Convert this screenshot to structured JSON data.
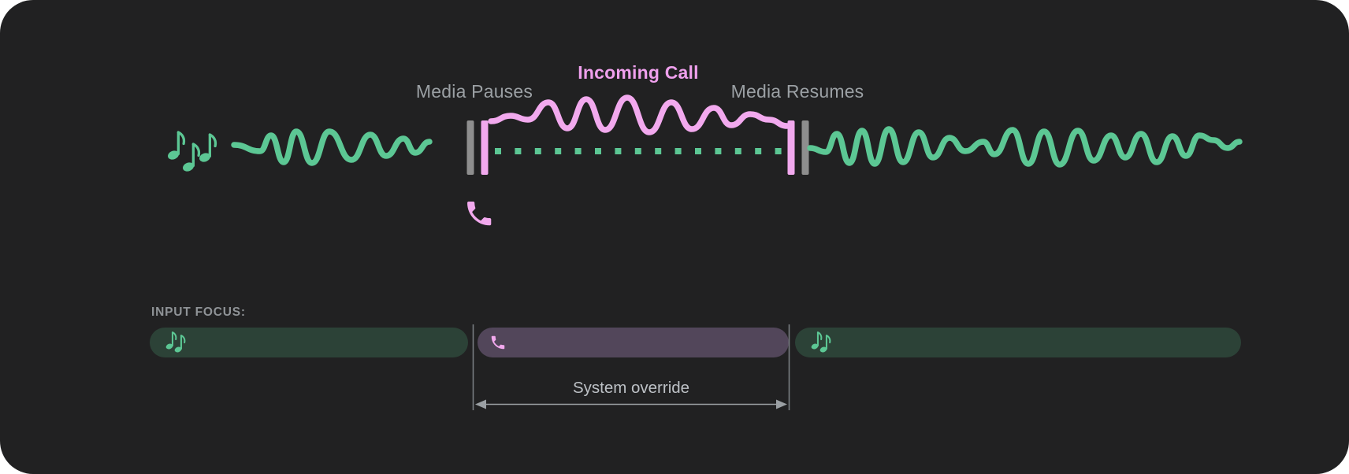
{
  "colors": {
    "page_bg": "#ffffff",
    "canvas_bg": "#212122",
    "media_green": "#5CC794",
    "call_pink": "#F2A9EE",
    "incoming_call_text": "#EFA0ED",
    "label_gray": "#9BA0A4",
    "pause_marker_gray": "#8E8E8E",
    "focus_media_bg": "#2C4237",
    "focus_call_bg": "#52465A",
    "hairline_gray": "#797E83",
    "arrow_gray": "#9BA0A4",
    "override_text": "#BDC1C6",
    "input_focus_text": "#8F9397"
  },
  "timeline": {
    "media_pauses_label": "Media Pauses",
    "incoming_call_label": "Incoming Call",
    "media_resumes_label": "Media Resumes",
    "icons": [
      "music-notes-icon",
      "pause-marker-icon",
      "call-start-marker-icon",
      "phone-icon",
      "call-end-marker-icon",
      "resume-marker-icon"
    ]
  },
  "input_focus": {
    "heading": "INPUT FOCUS:",
    "segments": [
      {
        "name": "media-before-call",
        "type": "media",
        "icon": "music-notes-icon"
      },
      {
        "name": "incoming-call",
        "type": "call",
        "icon": "phone-icon"
      },
      {
        "name": "media-after-call",
        "type": "media",
        "icon": "music-notes-icon"
      }
    ],
    "annotation": "System override"
  }
}
